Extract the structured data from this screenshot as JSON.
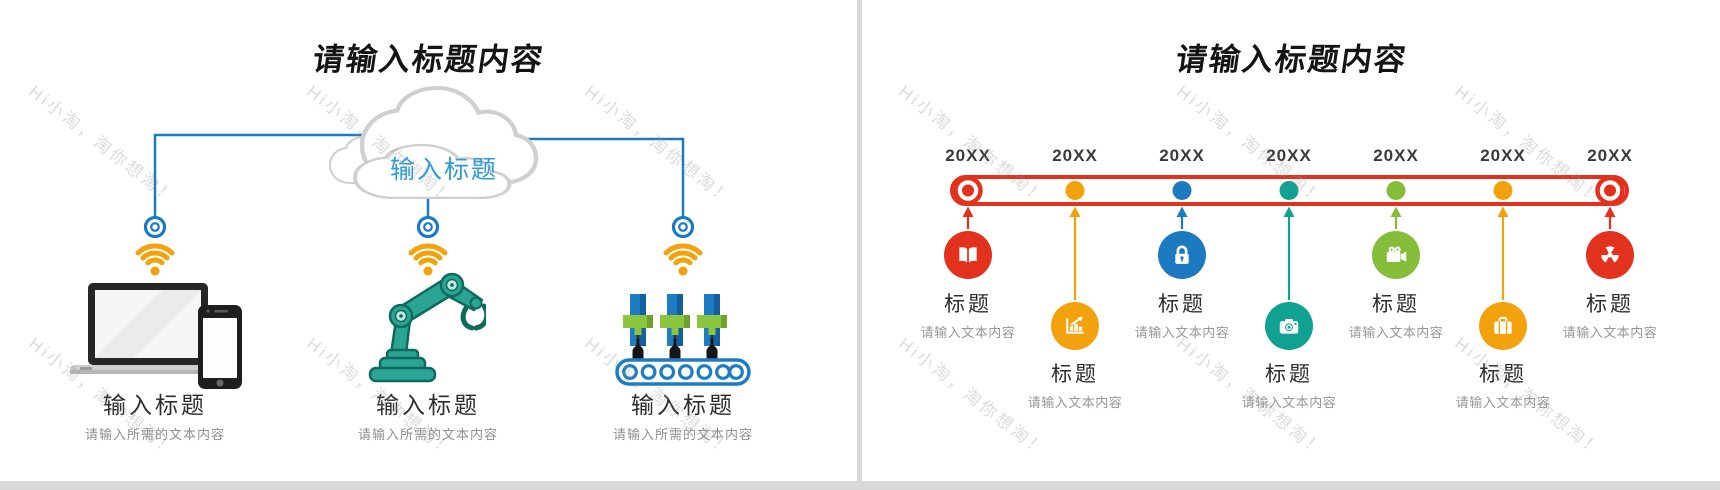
{
  "watermark": {
    "text": "Hi小淘，淘你想淘！"
  },
  "slide_left": {
    "title": "请输入标题内容",
    "cloud_label": "输入标题",
    "items": [
      {
        "title": "输入标题",
        "desc": "请输入所需的文本内容",
        "icon": "laptop-phone"
      },
      {
        "title": "输入标题",
        "desc": "请输入所需的文本内容",
        "icon": "robot-arm"
      },
      {
        "title": "输入标题",
        "desc": "请输入所需的文本内容",
        "icon": "bottling-machine"
      }
    ]
  },
  "slide_right": {
    "title": "请输入标题内容",
    "items": [
      {
        "year": "20XX",
        "title": "标题",
        "desc": "请输入文本内容",
        "icon": "book",
        "color": "#e2311d",
        "row": "upper"
      },
      {
        "year": "20XX",
        "title": "标题",
        "desc": "请输入文本内容",
        "icon": "bar-chart",
        "color": "#f2a20d",
        "row": "lower"
      },
      {
        "year": "20XX",
        "title": "标题",
        "desc": "请输入文本内容",
        "icon": "lock",
        "color": "#1b7ac0",
        "row": "upper"
      },
      {
        "year": "20XX",
        "title": "标题",
        "desc": "请输入文本内容",
        "icon": "camera",
        "color": "#11a192",
        "row": "lower"
      },
      {
        "year": "20XX",
        "title": "标题",
        "desc": "请输入文本内容",
        "icon": "video-camera",
        "color": "#85bd3b",
        "row": "upper"
      },
      {
        "year": "20XX",
        "title": "标题",
        "desc": "请输入文本内容",
        "icon": "briefcase",
        "color": "#f2a20d",
        "row": "lower"
      },
      {
        "year": "20XX",
        "title": "标题",
        "desc": "请输入文本内容",
        "icon": "radiation",
        "color": "#e2311d",
        "row": "upper"
      }
    ]
  },
  "colors": {
    "timeline_red": "#e2311d",
    "connector_blue": "#1b7ac0",
    "wifi_orange": "#f2a20d",
    "machine_teal": "#2aa493",
    "machine_blue": "#1e7dc2",
    "machine_green": "#8cc63e",
    "divider_gray": "#d8d8d8"
  }
}
